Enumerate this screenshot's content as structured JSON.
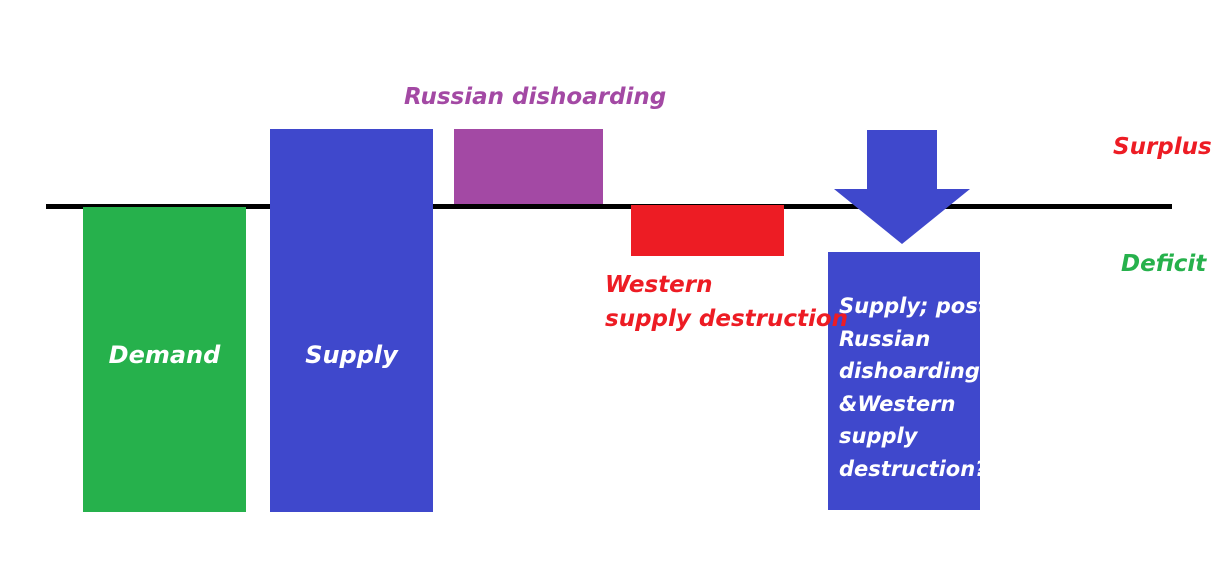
{
  "labels": {
    "demand": "Demand",
    "supply": "Supply",
    "russian_dishoarding": "Russian dishoarding",
    "western_supply_destruction": "Western\nsupply destruction",
    "post_supply": "Supply; post\nRussian\ndishoarding\n&Western\nsupply\ndestruction?",
    "surplus": "Surplus",
    "deficit": "Deficit"
  },
  "colors": {
    "green": "#26b14c",
    "blue": "#3f48cc",
    "purple": "#a349a4",
    "red": "#ed1c24",
    "line": "#000000"
  }
}
